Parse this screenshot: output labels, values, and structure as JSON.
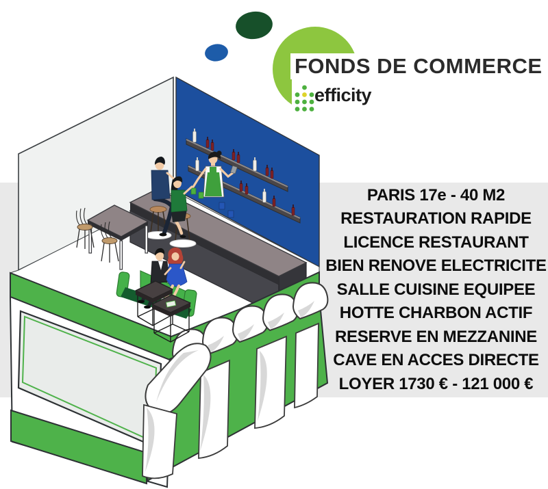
{
  "header": {
    "title": "FONDS DE COMMERCE",
    "brand": "efficity",
    "bubble_color": "#8dc63f",
    "dot_green": "#4db03f",
    "dot_yellow": "#ddd32a",
    "decor_dark_green_dot": "#17502a",
    "decor_blue_dot": "#1d5ca9"
  },
  "listing": {
    "lines": [
      "PARIS 17e - 40 M2",
      "RESTAURATION RAPIDE",
      "LICENCE RESTAURANT",
      "BIEN RENOVE ELECTRICITE",
      "SALLE CUISINE EQUIPEE",
      "HOTTE CHARBON ACTIF",
      "RESERVE EN MEZZANINE",
      "CAVE EN ACCES DIRECTE",
      "LOYER 1730 € - 121 000 €"
    ],
    "panel_color": "#e9e9e9"
  },
  "illustration": {
    "label": "isometric-restaurant-storefront",
    "colors": {
      "wall_gray": "#f0f2f1",
      "wall_blue": "#1c4f9e",
      "brand_green": "#4eb24a",
      "counter_top": "#8f8486",
      "counter_front": "#46464c",
      "booth_green": "#45b149",
      "booth_seat_dark": "#145c2e"
    }
  }
}
